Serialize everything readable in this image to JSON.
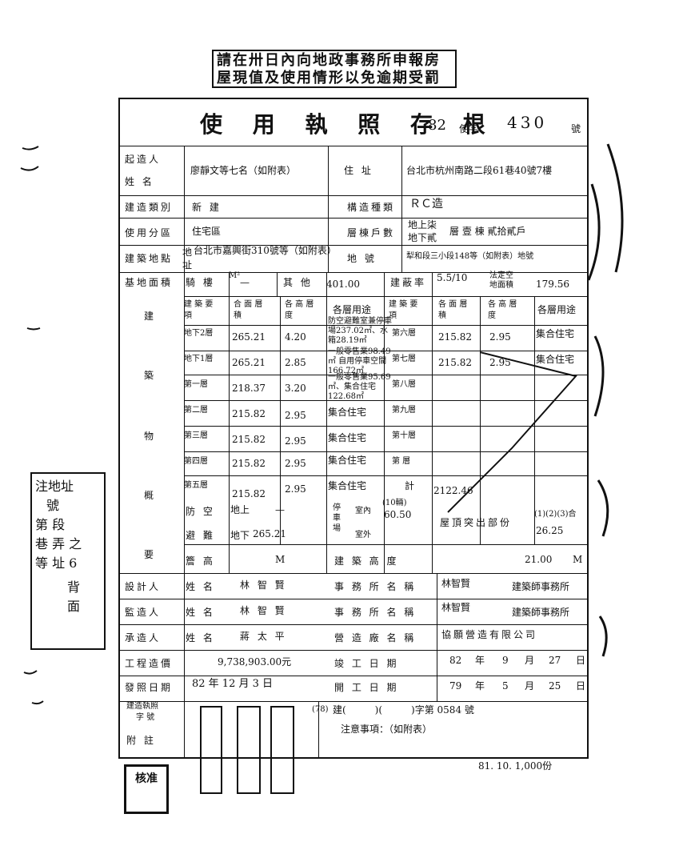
{
  "header_stamp": {
    "line1": "請在卅日內向地政事務所申報房",
    "line2": "屋現值及使用情形以免逾期受罰"
  },
  "title": "使 用 執 照 存 根",
  "license_no": {
    "year": "82",
    "word": "使字",
    "number": "430",
    "suffix": "號"
  },
  "row_builder": {
    "label1": "起造人",
    "label2": "姓 名",
    "value": "廖靜文等七名（如附表）",
    "addr_label": "住 址",
    "addr_value": "台北市杭州南路二段61巷40號7樓"
  },
  "row_class": {
    "label": "建造類別",
    "value": "新 建",
    "struct_label": "構造種類",
    "struct_value": "ＲＣ造"
  },
  "row_zone": {
    "label": "使用分區",
    "value": "住宅區",
    "floors_label": "層棟戶數",
    "floors_line1": "地上柒",
    "floors_line2": "地下貳",
    "floors_tail": "層 壹 棟 貳拾貳戶"
  },
  "row_site": {
    "label": "建築地點",
    "addr_value": "台北市嘉興街310號等（如附表）",
    "prefix1": "地",
    "prefix2": "址",
    "lot_label": "地 號",
    "lot_value": "犁和段三小段148等（如附表）地號"
  },
  "row_area": {
    "label": "基地面積",
    "arcade": "騎 樓",
    "m2": "M²",
    "dash": "—",
    "other": "其 他",
    "other_value": "401.00",
    "cov_label": "建蔽率",
    "cov_value": "5.5/10",
    "legal_label1": "法定空",
    "legal_label2": "地面積",
    "legal_value": "179.56"
  },
  "building": {
    "side_chars": [
      "建",
      "築",
      "物",
      "概",
      "要"
    ],
    "headers": {
      "item": "建 築 要 項",
      "area": "合 面 層 積",
      "height": "各 高 層 度",
      "use": "各層用途",
      "item2": "建 築 要 項",
      "area2": "各 面 層 積",
      "height2": "各 高 層 度",
      "use2": "各層用途"
    },
    "rows": [
      {
        "floor": "地下2層",
        "area": "265.21",
        "height": "4.20",
        "use": "防空避難室兼停車場237.02㎡、水箱28.19㎡",
        "floor2": "第六層",
        "area2": "215.82",
        "height2": "2.95",
        "use2": "集合住宅"
      },
      {
        "floor": "地下1層",
        "area": "265.21",
        "height": "2.85",
        "use": "一般零售業98.49㎡ 自用停車空間166.72㎡",
        "floor2": "第七層",
        "area2": "215.82",
        "height2": "2.95",
        "use2": "集合住宅"
      },
      {
        "floor": "第一層",
        "area": "218.37",
        "height": "3.20",
        "use": "一般零售業95.69㎡、集合住宅122.68㎡",
        "floor2": "第八層",
        "area2": "",
        "height2": "",
        "use2": ""
      },
      {
        "floor": "第二層",
        "area": "215.82",
        "height": "2.95",
        "use": "集合住宅",
        "floor2": "第九層",
        "area2": "",
        "height2": "",
        "use2": ""
      },
      {
        "floor": "第三層",
        "area": "215.82",
        "height": "2.95",
        "use": "集合住宅",
        "floor2": "第十層",
        "area2": "",
        "height2": "",
        "use2": ""
      },
      {
        "floor": "第四層",
        "area": "215.82",
        "height": "2.95",
        "use": "集合住宅",
        "floor2": "第 層",
        "area2": "",
        "height2": "",
        "use2": ""
      },
      {
        "floor": "第五層",
        "area": "215.82",
        "height": "2.95",
        "use": "集合住宅",
        "floor2": "計",
        "area2": "2122.46",
        "height2": "",
        "use2": ""
      }
    ],
    "shelter": {
      "label1": "防 空",
      "label2": "避 難",
      "above": "地上",
      "above_value": "—",
      "below": "地下",
      "below_value": "265.21",
      "parking_label": "停車場",
      "indoor": "室內",
      "indoor_count": "(10輛)",
      "indoor_value": "60.50",
      "outdoor": "室外",
      "roof_label": "屋頂突出部份",
      "roof_note": "(1)(2)(3)合",
      "roof_value": "26.25"
    },
    "eaves": {
      "label": "簷 高",
      "value": "M",
      "height_label": "建 築 高 度",
      "height_value": "21.00",
      "unit": "M"
    }
  },
  "designer": {
    "label": "設計人",
    "name_label": "姓 名",
    "name": "林 智 賢",
    "office_label": "事 務 所 名 稱",
    "office": "林智賢",
    "office_suffix": "建築師事務所"
  },
  "supervisor": {
    "label": "監造人",
    "name_label": "姓 名",
    "name": "林 智 賢",
    "office_label": "事 務 所 名 稱",
    "office": "林智賢",
    "office_suffix": "建築師事務所"
  },
  "contractor": {
    "label": "承造人",
    "name_label": "姓 名",
    "name": "蔣 太 平",
    "office_label": "營 造 廠 名 稱",
    "office": "協願營造有限公司"
  },
  "cost": {
    "label": "工程造價",
    "value": "9,738,903.00元",
    "finish_label": "竣 工 日 期",
    "finish_y": "82",
    "finish_m": "9",
    "finish_d": "27",
    "y": "年",
    "m": "月",
    "d": "日"
  },
  "issue": {
    "label": "發照日期",
    "value": "82 年 12 月 3 日",
    "start_label": "開 工 日 期",
    "start_y": "79",
    "start_m": "5",
    "start_d": "25"
  },
  "permit": {
    "label1": "建造執照",
    "label2": "字 號",
    "text": "建(　　　)(　　　)字第 0584 號",
    "prefix": "(78)",
    "attach_label": "附 註",
    "note": "注意事項：（如附表）"
  },
  "footer": "81. 10. 1,000份",
  "side_stamp": {
    "line1": "注地址",
    "line2": "號",
    "line3": "第 段",
    "line4": "巷 弄 之",
    "line5": "等 址 6",
    "line6": "背",
    "line7": "面"
  },
  "seal_text": "核准"
}
